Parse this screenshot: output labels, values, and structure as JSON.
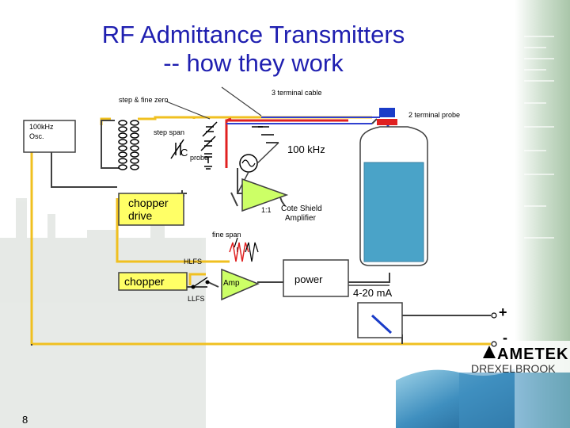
{
  "title": {
    "line1": "RF Admittance Transmitters",
    "line2": "-- how they work"
  },
  "labels": {
    "three_terminal_cable": "3 terminal cable",
    "step_fine_zero": "step & fine zero",
    "two_terminal_probe": "2 terminal probe",
    "osc_line1": "100kHz",
    "osc_line2": "Osc.",
    "step_span": "step span",
    "c": "C",
    "probe": "probe",
    "freq_100khz": "100 kHz",
    "chopper_drive_line1": "chopper",
    "chopper_drive_line2": "drive",
    "ratio": "1:1",
    "cote_shield_line1": "Cote Shield",
    "cote_shield_line2": "Amplifier",
    "fine_span": "fine span",
    "hlfs": "HLFS",
    "llfs": "LLFS",
    "chopper": "chopper",
    "amp": "Amp",
    "power": "power",
    "output": "4-20 mA",
    "plus": "+",
    "minus": "-"
  },
  "logo": {
    "brand": "AMETEK",
    "sub": "DREXELBROOK"
  },
  "page_number": "8",
  "colors": {
    "title": "#1f1fb0",
    "wire_yellow": "#f0c020",
    "wire_red": "#e02020",
    "wire_blue": "#3040d0",
    "wire_dark": "#404040",
    "box_fill": "#ffff66",
    "amp_fill": "#ccff66",
    "tank_water": "#4aa3c8",
    "probe_blue": "#1a3cc8"
  }
}
